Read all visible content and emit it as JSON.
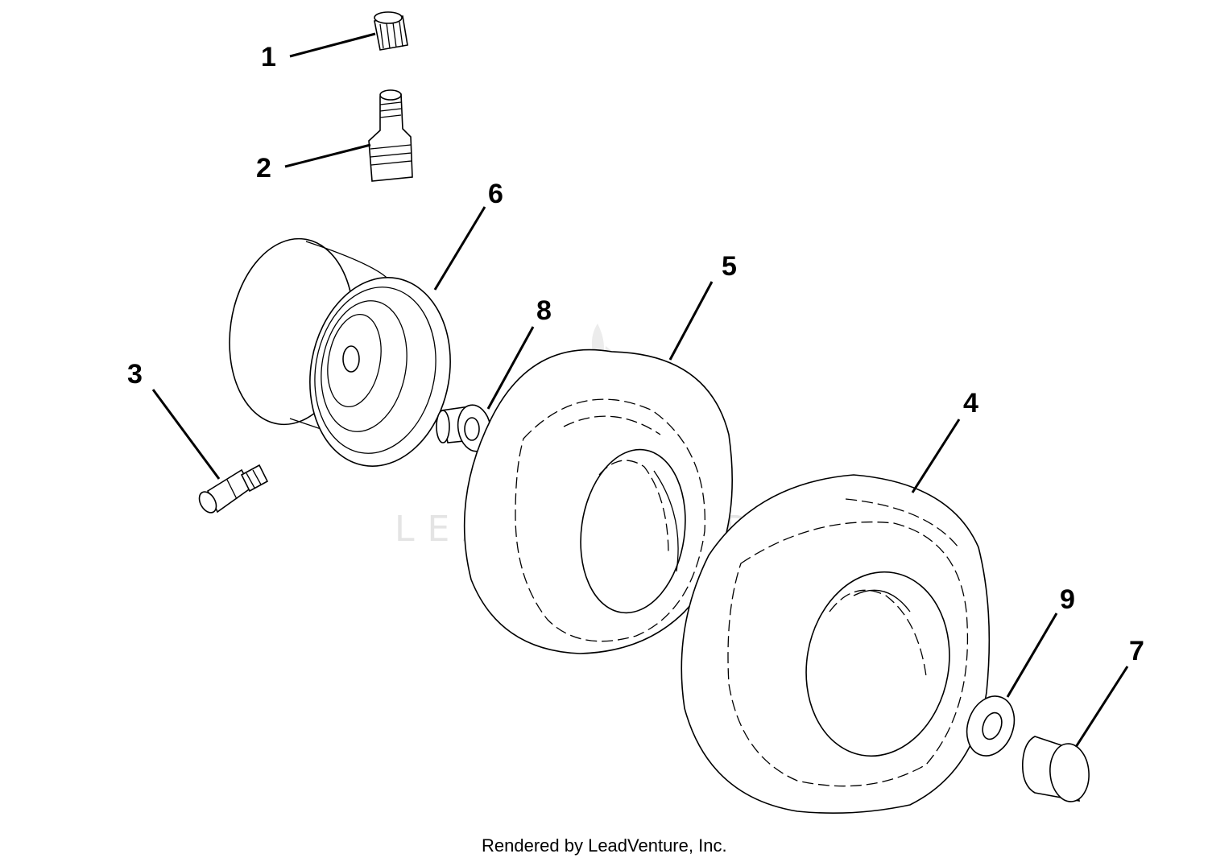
{
  "callouts": {
    "c1": "1",
    "c2": "2",
    "c3": "3",
    "c4": "4",
    "c5": "5",
    "c6": "6",
    "c7": "7",
    "c8": "8",
    "c9": "9"
  },
  "watermark": {
    "text": "LEADVENTURE"
  },
  "footer": {
    "text": "Rendered by LeadVenture, Inc."
  },
  "colors": {
    "line": "#000000",
    "background": "#ffffff",
    "watermark": "#e4e4e4"
  }
}
